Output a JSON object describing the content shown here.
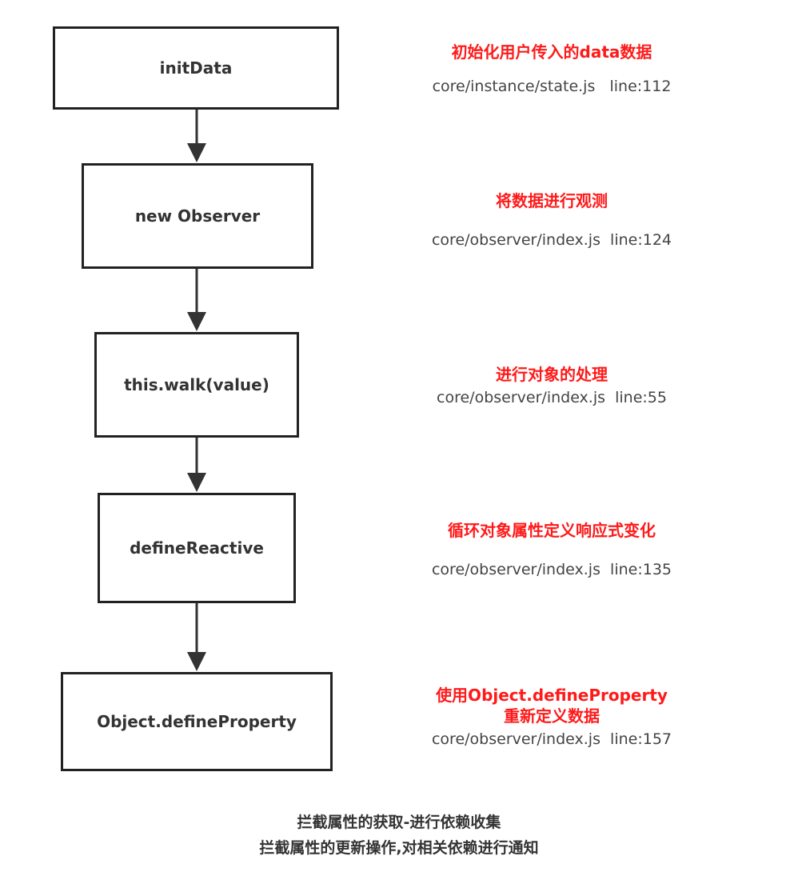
{
  "diagram": {
    "nodes": [
      {
        "id": "initData",
        "label": "initData"
      },
      {
        "id": "observer",
        "label": "new Observer"
      },
      {
        "id": "walk",
        "label": "this.walk(value)"
      },
      {
        "id": "defineReactive",
        "label": "defineReactive"
      },
      {
        "id": "defineProperty",
        "label": "Object.defineProperty"
      }
    ],
    "edges": [
      {
        "from": "initData",
        "to": "observer"
      },
      {
        "from": "observer",
        "to": "walk"
      },
      {
        "from": "walk",
        "to": "defineReactive"
      },
      {
        "from": "defineReactive",
        "to": "defineProperty"
      }
    ],
    "notes": [
      {
        "title": "初始化用户传入的data数据",
        "path": "core/instance/state.js   line:112"
      },
      {
        "title": "将数据进行观测",
        "path": "core/observer/index.js  line:124"
      },
      {
        "title": "进行对象的处理",
        "path": "core/observer/index.js  line:55"
      },
      {
        "title": "循环对象属性定义响应式变化",
        "path": "core/observer/index.js  line:135"
      },
      {
        "title": "使用Object.defineProperty",
        "title2": "重新定义数据",
        "path": "core/observer/index.js  line:157"
      }
    ],
    "footer": [
      "拦截属性的获取-进行依赖收集",
      "拦截属性的更新操作,对相关依赖进行通知"
    ]
  },
  "colors": {
    "box_border": "#222222",
    "arrow": "#333333",
    "note_title": "#ff1a1a",
    "note_path": "#444444"
  }
}
